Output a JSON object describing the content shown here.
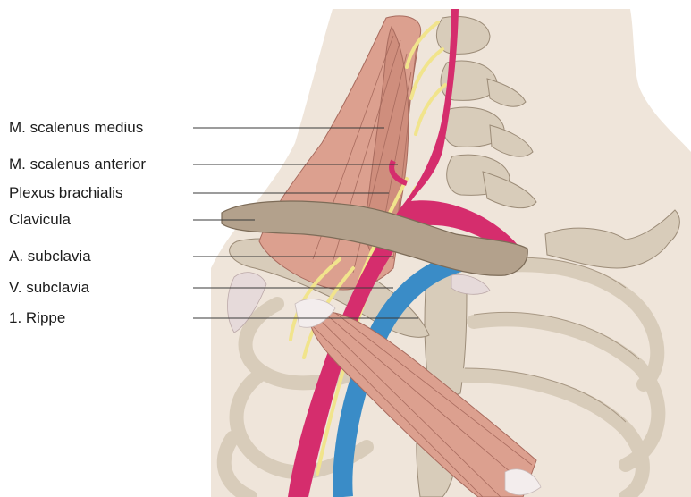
{
  "labels": [
    "M. scalenus medius",
    "M. scalenus anterior",
    "Plexus brachialis",
    "Clavicula",
    "A. subclavia",
    "V. subclavia",
    "1. Rippe"
  ],
  "colors": {
    "skin": "#efe5da",
    "bone": "#d8ccba",
    "bone_outline": "#9c8c78",
    "clavicle": "#b3a18c",
    "muscle": "#dca08f",
    "muscle_line": "#a86b5e",
    "artery": "#d52d6d",
    "vein": "#3a8cc7",
    "nerve": "#f1e48c",
    "leader_line": "#3a3a3a"
  }
}
